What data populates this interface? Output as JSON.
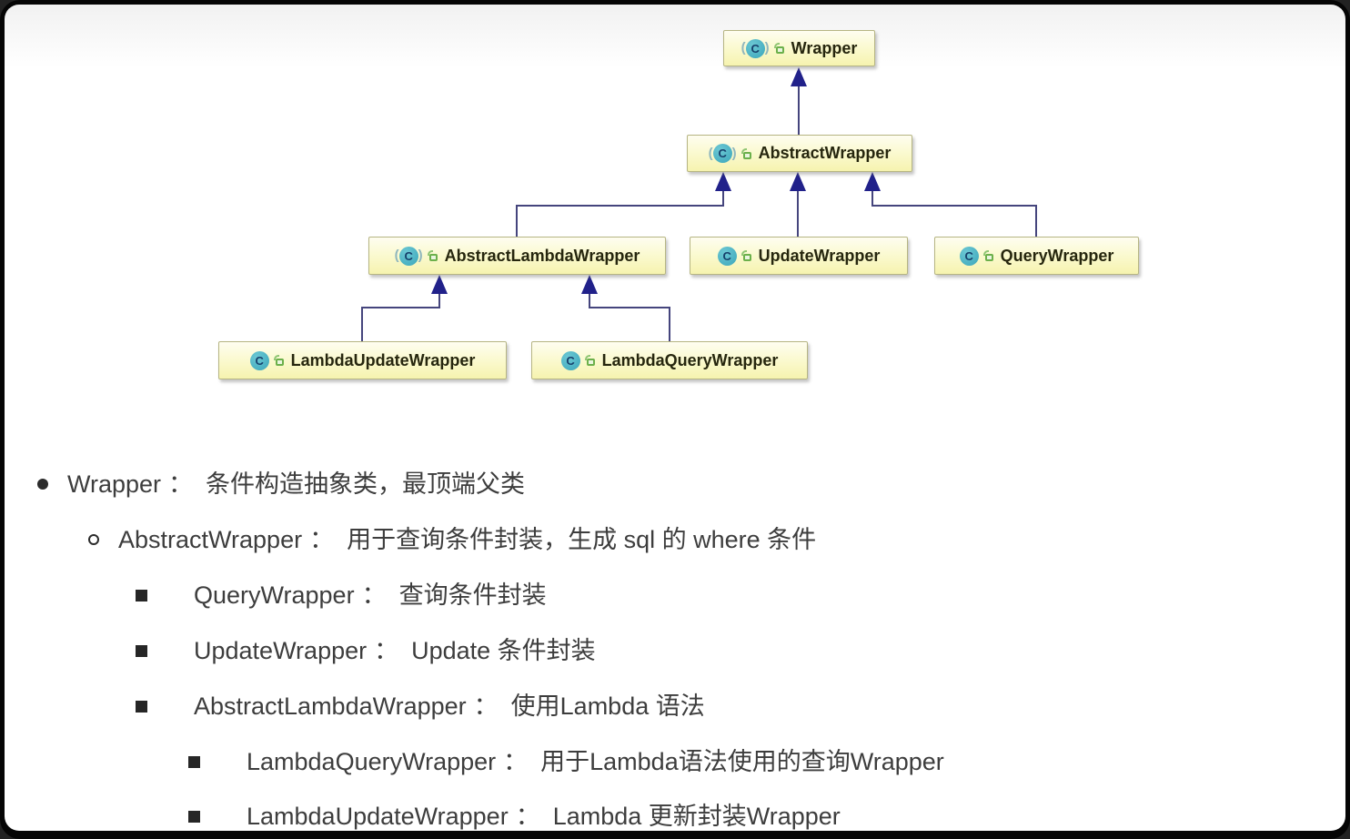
{
  "diagram": {
    "class_letter": "C",
    "nodes": [
      {
        "label": "Wrapper",
        "abstract": true
      },
      {
        "label": "AbstractWrapper",
        "abstract": true
      },
      {
        "label": "AbstractLambdaWrapper",
        "abstract": true
      },
      {
        "label": "UpdateWrapper",
        "abstract": false
      },
      {
        "label": "QueryWrapper",
        "abstract": false
      },
      {
        "label": "LambdaUpdateWrapper",
        "abstract": false
      },
      {
        "label": "LambdaQueryWrapper",
        "abstract": false
      }
    ],
    "colors": {
      "node_fill": "#fbfad2",
      "node_border": "#b6b583",
      "arrowhead": "#21218a",
      "line": "#45457d",
      "class_icon": "#3aa6ba",
      "key_icon": "#6cb04b"
    }
  },
  "notes": [
    {
      "level": 1,
      "name": "Wrapper",
      "sep": "：",
      "desc": "条件构造抽象类，最顶端父类"
    },
    {
      "level": 2,
      "name": "AbstractWrapper",
      "sep": "：",
      "desc": "用于查询条件封装，生成 sql 的 where 条件"
    },
    {
      "level": 3,
      "name": "QueryWrapper",
      "sep": "：",
      "desc": "查询条件封装"
    },
    {
      "level": 3,
      "name": "UpdateWrapper",
      "sep": "：",
      "desc": "Update 条件封装"
    },
    {
      "level": 3,
      "name": "AbstractLambdaWrapper",
      "sep": "：",
      "desc": "使用Lambda 语法"
    },
    {
      "level": 4,
      "name": "LambdaQueryWrapper",
      "sep": "：",
      "desc": "用于Lambda语法使用的查询Wrapper"
    },
    {
      "level": 4,
      "name": "LambdaUpdateWrapper",
      "sep": "：",
      "desc": "Lambda 更新封装Wrapper"
    }
  ],
  "text_color": "#3d3d3d"
}
